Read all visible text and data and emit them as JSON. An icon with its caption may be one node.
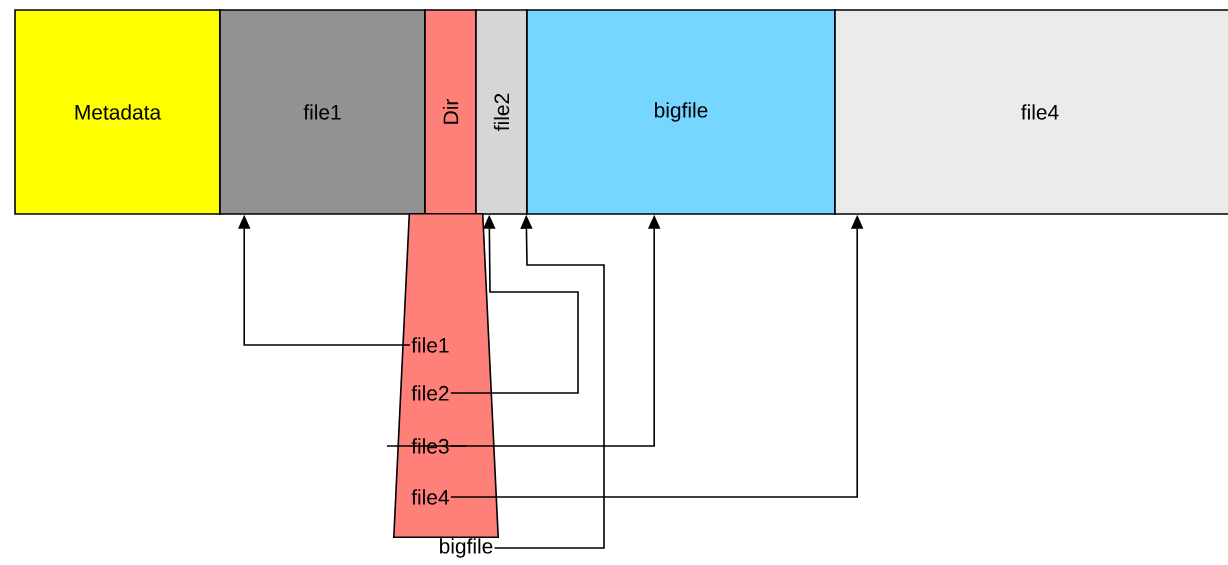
{
  "diagram": {
    "nodes": [
      {
        "text": [
          "Metadata"
        ]
      },
      {
        "text": [
          "file1"
        ]
      },
      {
        "text": [
          "Dir"
        ]
      },
      {
        "text": [
          "file2"
        ]
      },
      {
        "text": [
          "bigfile"
        ]
      },
      {
        "text": [
          "file4"
        ]
      },
      {
        "text": [],
        "shape": "trapezoid"
      },
      {
        "text": [
          "file1"
        ],
        "in": 6
      },
      {
        "text": [
          "file2"
        ],
        "in": 6
      },
      {
        "text": [
          "file3"
        ],
        "in": 6
      },
      {
        "text": [
          "file4"
        ],
        "in": 6
      },
      {
        "text": [
          "bigfile"
        ]
      }
    ],
    "edges": [
      {
        "from": 7,
        "to": 1,
        "arrow": "to"
      },
      {
        "from": 8,
        "to": 3,
        "arrow": "to"
      },
      {
        "from": 9,
        "to": 4,
        "arrow": "to"
      },
      {
        "from": 10,
        "to": 5,
        "arrow": "to"
      },
      {
        "from": 11,
        "to": 4,
        "arrow": "to"
      }
    ]
  }
}
